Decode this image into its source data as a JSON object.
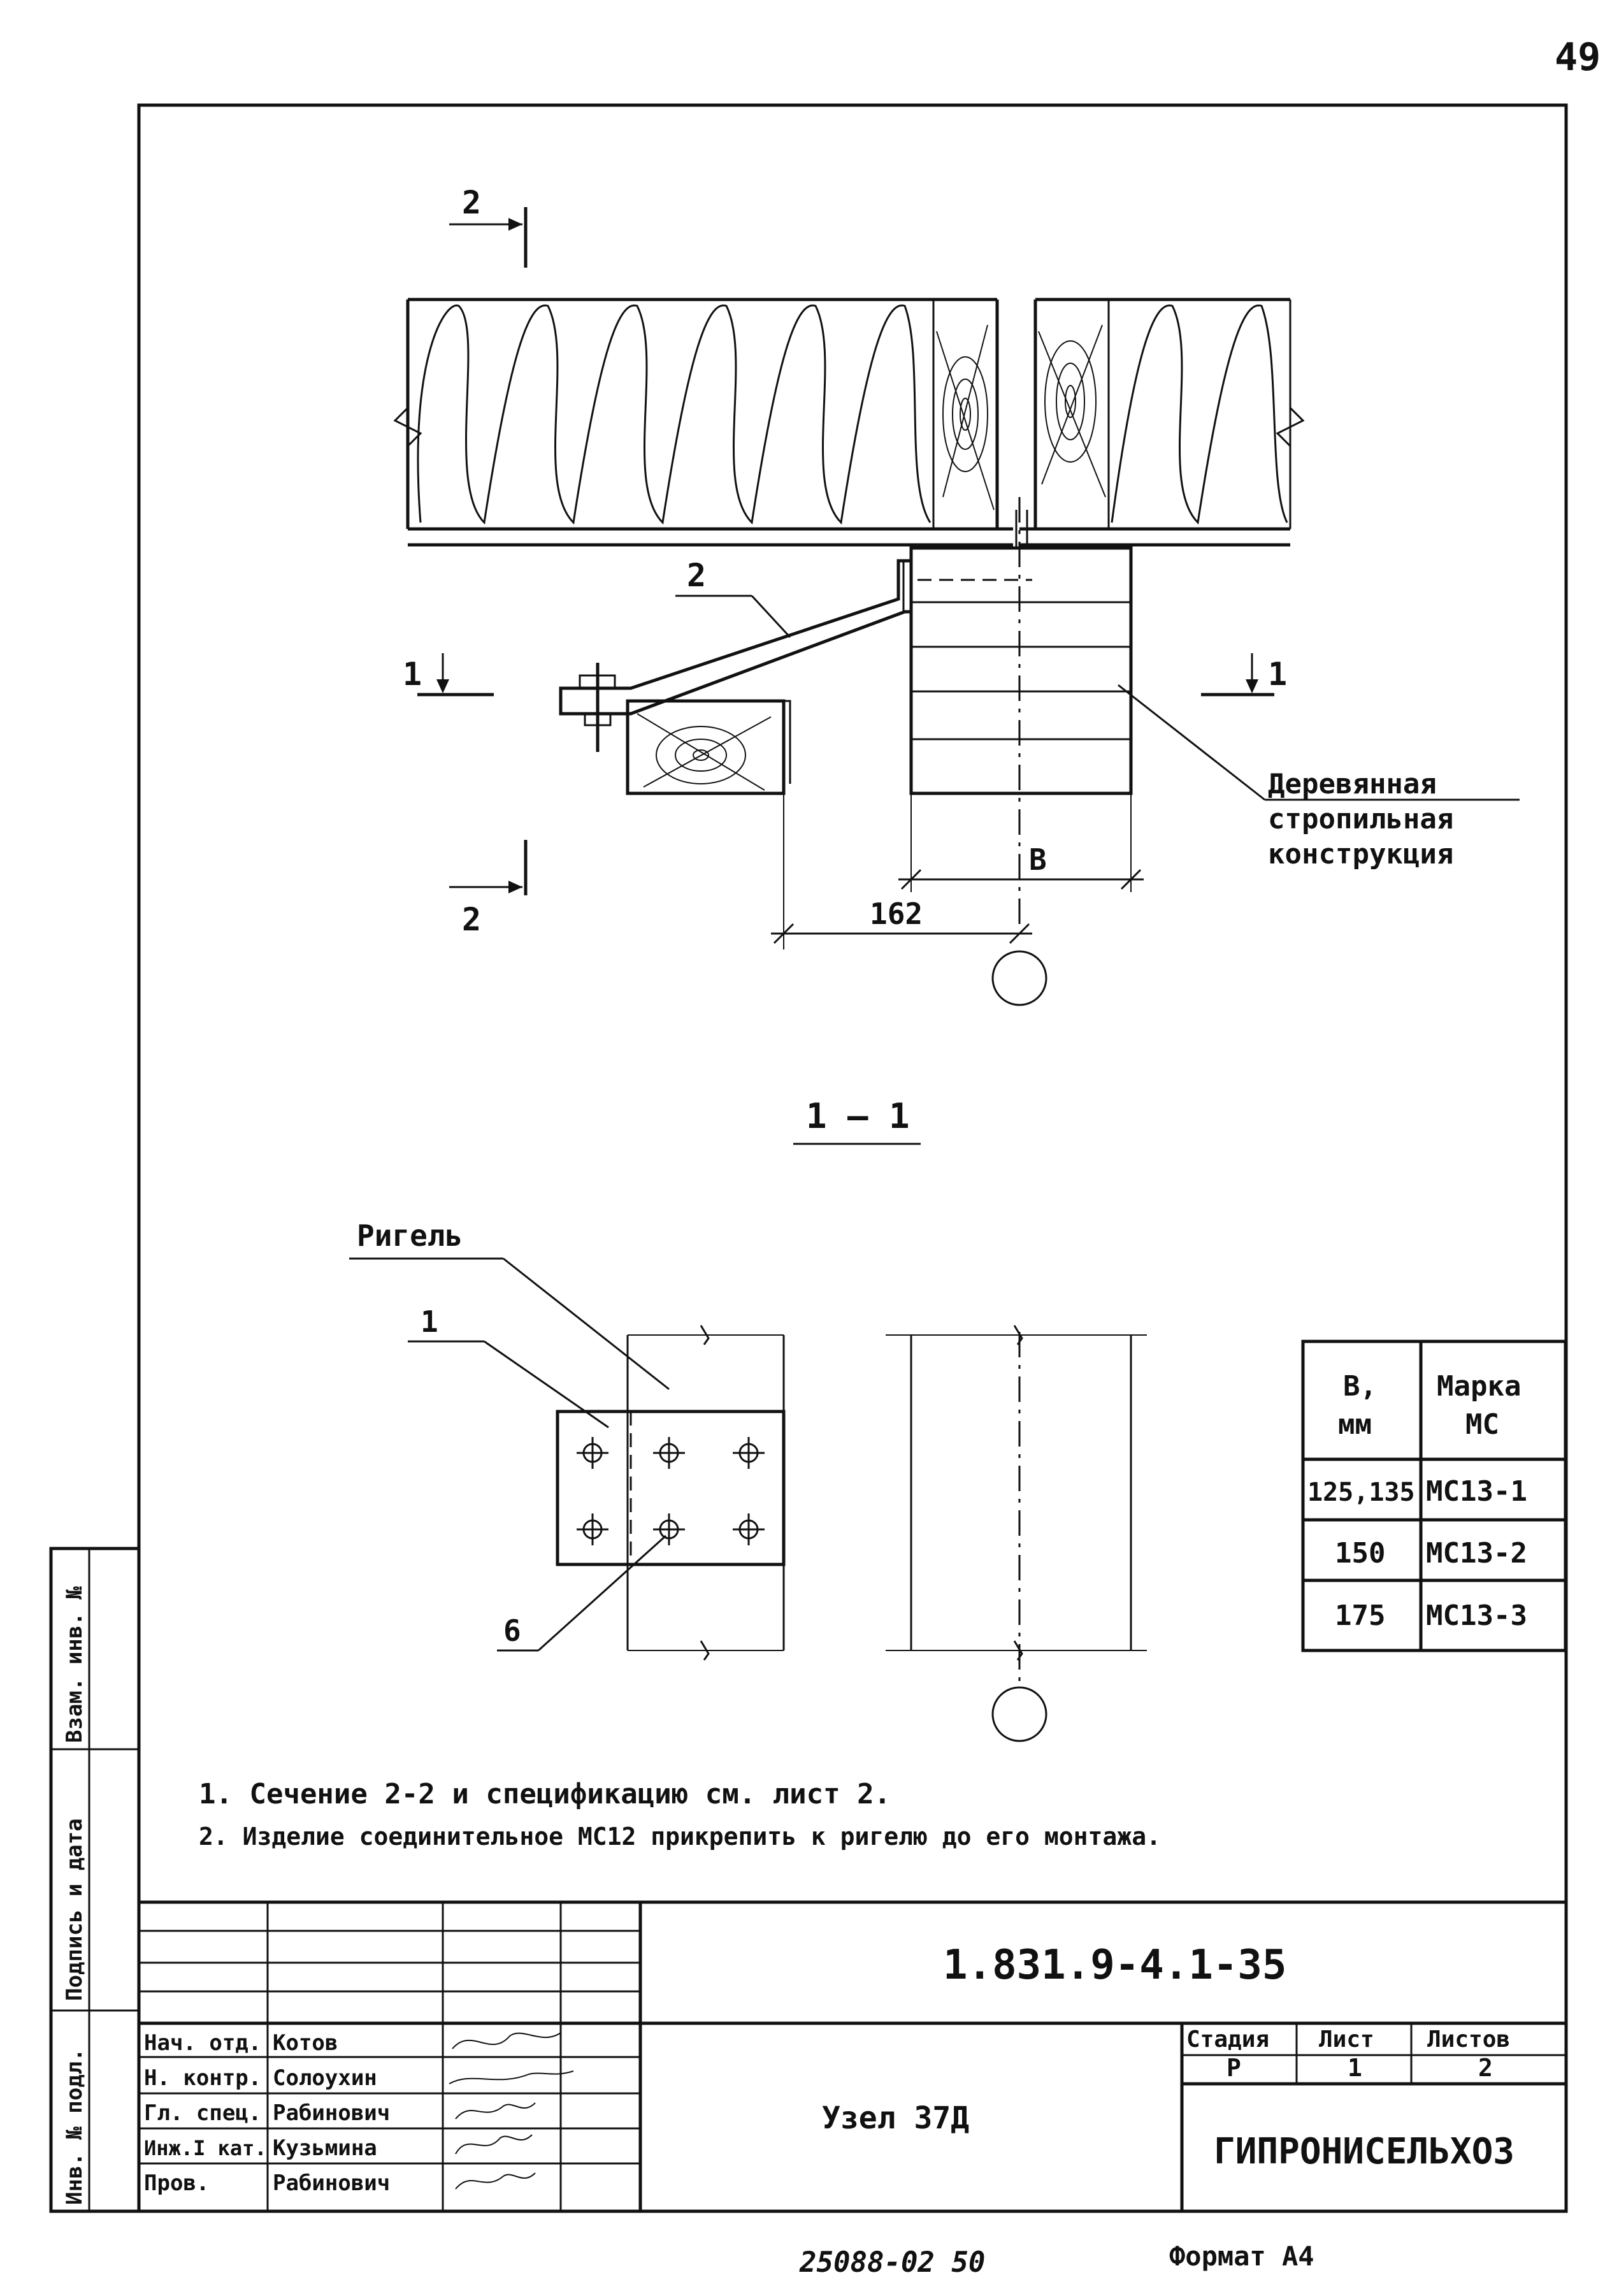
{
  "page_number": "49",
  "section_marks": {
    "mark_2": "2",
    "mark_1": "1"
  },
  "callouts": {
    "item_2": "2",
    "item_1": "1",
    "item_6": "6"
  },
  "labels": {
    "wood_structure": [
      "Деревянная",
      "стропильная",
      "конструкция"
    ],
    "section_title": "1 – 1",
    "girder": "Ригель"
  },
  "dimensions": {
    "b": "B",
    "d162": "162"
  },
  "spec_table": {
    "headers": [
      "B,\nмм",
      "Марка\nМС"
    ],
    "header_b": [
      "B,",
      "мм"
    ],
    "header_mark": [
      "Марка",
      "МС"
    ],
    "rows": [
      {
        "b": "125,135",
        "mark": "МС13-1"
      },
      {
        "b": "150",
        "mark": "МС13-2"
      },
      {
        "b": "175",
        "mark": "МС13-3"
      }
    ]
  },
  "notes": [
    "1. Сечение 2-2 и спецификацию см. лист 2.",
    "2. Изделие соединительное МС12 прикрепить к ригелю до его монтажа."
  ],
  "side_stamp": [
    "Инв. № подл.",
    "Подпись и дата",
    "Взам. инв. №"
  ],
  "title_block": {
    "document_code": "1.831.9-4.1-35",
    "title": "Узел 37Д",
    "roles": [
      {
        "role": "Нач. отд.",
        "name": "Котов"
      },
      {
        "role": "Н. контр.",
        "name": "Солоухин"
      },
      {
        "role": "Гл. спец.",
        "name": "Рабинович"
      },
      {
        "role": "Инж.I кат.",
        "name": "Кузьмина"
      },
      {
        "role": "Пров.",
        "name": "Рабинович"
      }
    ],
    "stage_label": "Стадия",
    "sheet_label": "Лист",
    "sheets_label": "Листов",
    "stage": "Р",
    "sheet": "1",
    "sheets": "2",
    "organization": "ГИПРОНИСЕЛЬХОЗ"
  },
  "bottom_line": {
    "inventory": "25088-02  50",
    "format": "Формат А4"
  }
}
